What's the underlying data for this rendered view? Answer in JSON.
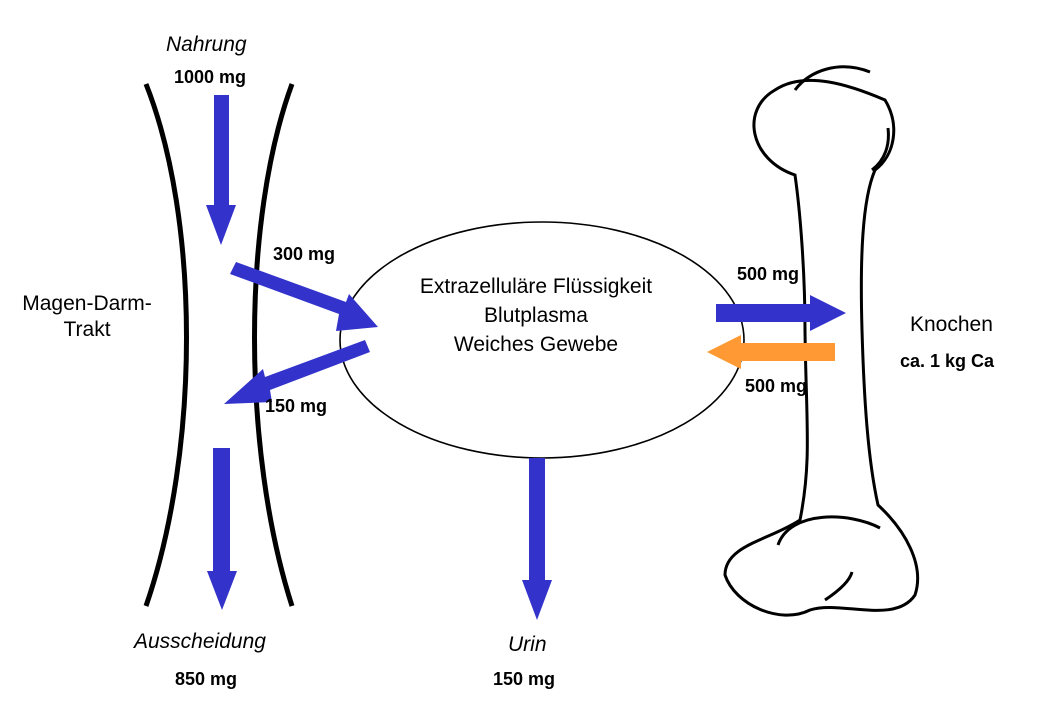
{
  "colors": {
    "blue_arrow": "#3333cc",
    "orange_arrow": "#ff9933",
    "outline": "#000000"
  },
  "intake": {
    "label": "Nahrung",
    "amount": "1000 mg"
  },
  "gut": {
    "label_line1": "Magen-Darm-",
    "label_line2": "Trakt"
  },
  "absorption": {
    "amount": "300 mg"
  },
  "secretion": {
    "amount": "150 mg"
  },
  "ecf": {
    "line1": "Extrazelluläre Flüssigkeit",
    "line2": "Blutplasma",
    "line3": "Weiches Gewebe"
  },
  "to_bone": {
    "amount": "500 mg"
  },
  "from_bone": {
    "amount": "500 mg"
  },
  "bone": {
    "label": "Knochen",
    "content": "ca. 1 kg Ca"
  },
  "excretion": {
    "label": "Ausscheidung",
    "amount": "850 mg"
  },
  "urine": {
    "label": "Urin",
    "amount": "150 mg"
  }
}
